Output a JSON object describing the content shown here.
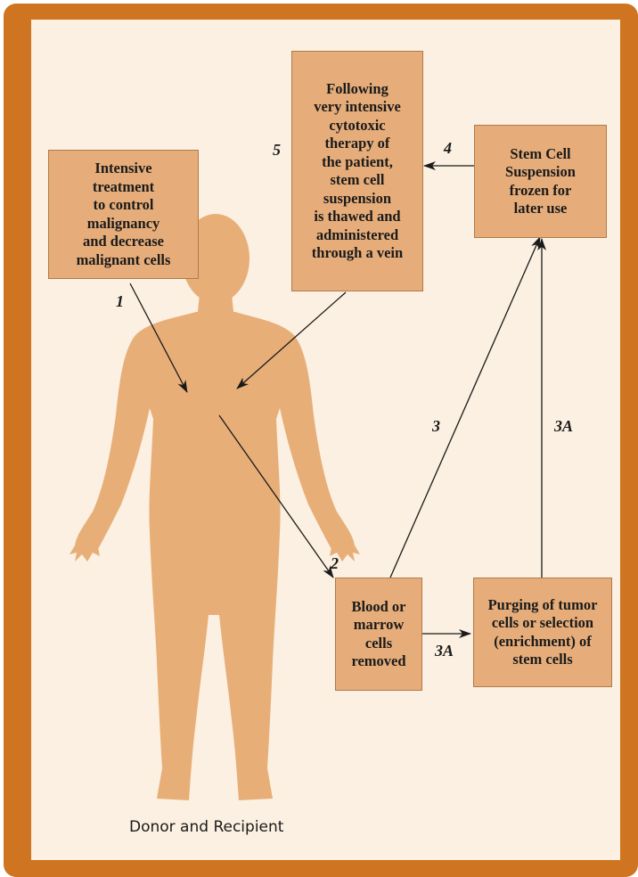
{
  "colors": {
    "frame": "#cf7420",
    "background": "#fbf0e1",
    "box": "#e6ad7a",
    "body": "#e8ae78",
    "arrow": "#1a1a1a"
  },
  "boxes": {
    "intensive_treatment": "Intensive\ntreatment\nto control\nmalignancy\nand decrease\nmalignant cells",
    "cytotoxic_therapy": "Following\nvery intensive\ncytotoxic\ntherapy of\nthe patient,\nstem cell\nsuspension\nis thawed and\nadministered\nthrough a vein",
    "stem_cell_suspension": "Stem Cell\nSuspension\nfrozen for\nlater use",
    "cells_removed": "Blood or\nmarrow\ncells\nremoved",
    "purging": "Purging of tumor\ncells or selection\n(enrichment) of\nstem cells"
  },
  "steps": {
    "s1": "1",
    "s2": "2",
    "s3": "3",
    "s3a_vertical": "3A",
    "s3a_horizontal": "3A",
    "s4": "4",
    "s5": "5"
  },
  "figure": {
    "caption": "Donor and Recipient",
    "icon": "human-figure-icon"
  }
}
